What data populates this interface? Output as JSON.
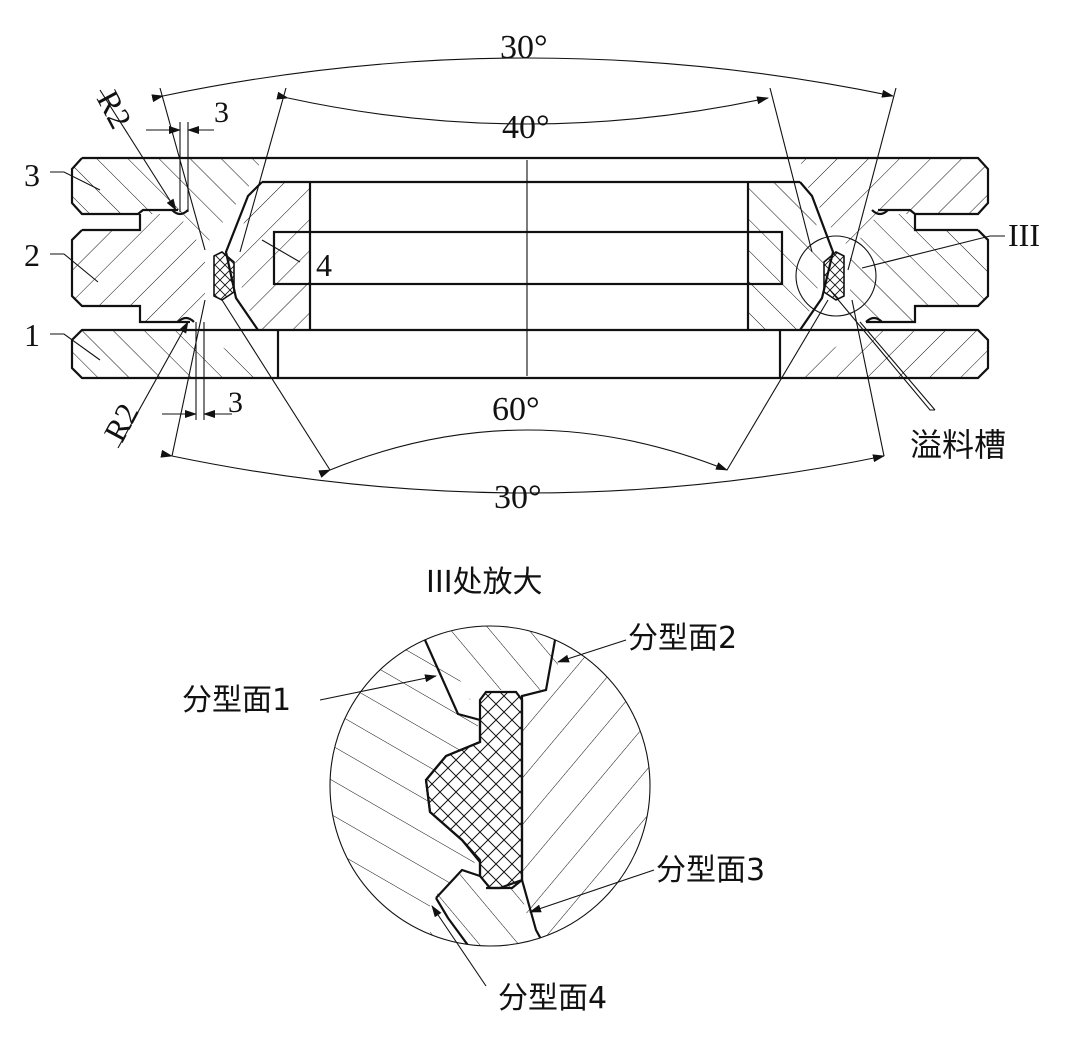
{
  "title_detail": "III处放大",
  "dimensions": {
    "top_outer_angle": "30°",
    "top_inner_angle": "40°",
    "bottom_inner_angle": "60°",
    "bottom_outer_angle": "30°",
    "gap_top": "3",
    "gap_bottom": "3",
    "radius_top": "R2",
    "radius_bottom": "R2"
  },
  "parts": {
    "part1": "1",
    "part2": "2",
    "part3": "3",
    "part4": "4"
  },
  "callouts": {
    "detail_ref": "III",
    "overflow_groove": "溢料槽",
    "parting_1": "分型面1",
    "parting_2": "分型面2",
    "parting_3": "分型面3",
    "parting_4": "分型面4"
  },
  "colors": {
    "line": "#111111",
    "background": "#ffffff"
  }
}
